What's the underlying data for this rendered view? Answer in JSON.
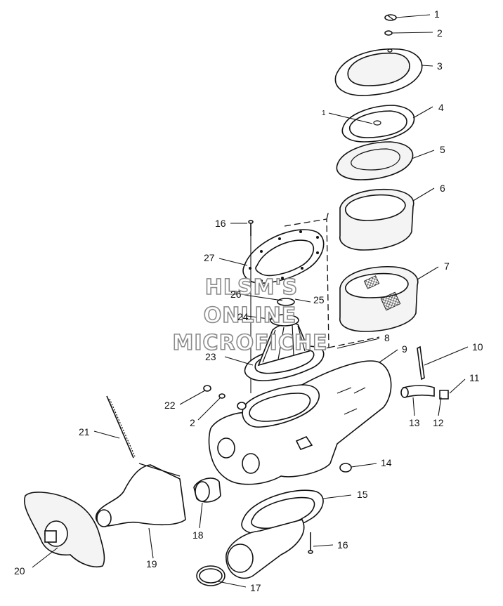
{
  "diagram": {
    "callouts": [
      "1",
      "2",
      "3",
      "4",
      "5",
      "6",
      "7",
      "8",
      "9",
      "10",
      "11",
      "12",
      "13",
      "14",
      "15",
      "16",
      "17",
      "18",
      "19",
      "20",
      "21",
      "22",
      "2",
      "23",
      "24",
      "25",
      "26",
      "27",
      "16",
      "1"
    ],
    "watermark": [
      "HLSM'S",
      "ONLINE",
      "MICROFICHE"
    ]
  }
}
